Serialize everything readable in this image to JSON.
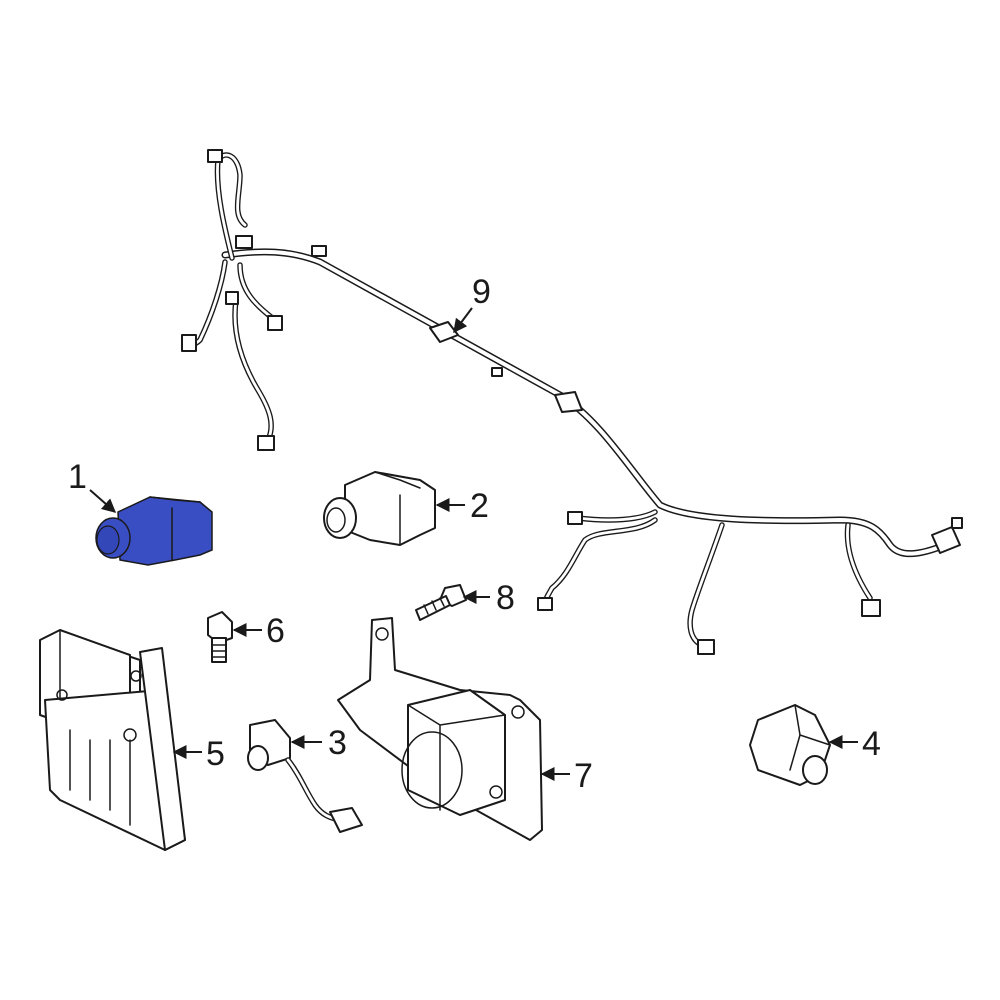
{
  "highlight_color": "#3a4ec4",
  "line_color": "#1a1a1a",
  "callouts": [
    {
      "id": "1",
      "label": "1",
      "part": "parking-sensor-highlighted"
    },
    {
      "id": "2",
      "label": "2",
      "part": "parking-sensor"
    },
    {
      "id": "3",
      "label": "3",
      "part": "sensor-with-pigtail"
    },
    {
      "id": "4",
      "label": "4",
      "part": "side-sensor"
    },
    {
      "id": "5",
      "label": "5",
      "part": "module-bracket"
    },
    {
      "id": "6",
      "label": "6",
      "part": "bolt-small"
    },
    {
      "id": "7",
      "label": "7",
      "part": "radar-bracket"
    },
    {
      "id": "8",
      "label": "8",
      "part": "bolt-long"
    },
    {
      "id": "9",
      "label": "9",
      "part": "wiring-harness"
    }
  ]
}
